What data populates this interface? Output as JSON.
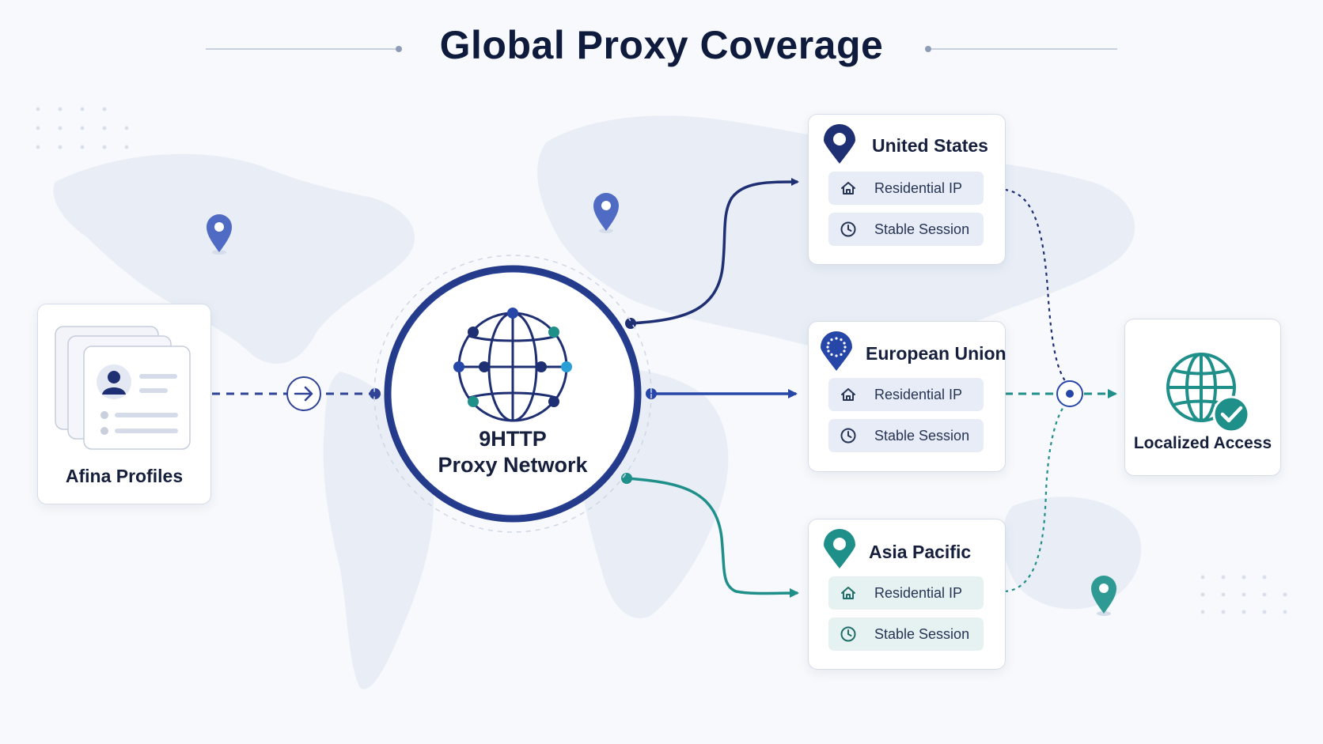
{
  "title": "Global Proxy Coverage",
  "source": {
    "label": "Afina Profiles"
  },
  "hub": {
    "line1": "9HTTP",
    "line2": "Proxy Network"
  },
  "regions": [
    {
      "name": "United States",
      "features": [
        "Residential IP",
        "Stable Session"
      ],
      "accent": "#1f2f73",
      "pin": "map-pin-icon"
    },
    {
      "name": "European Union",
      "features": [
        "Residential IP",
        "Stable Session"
      ],
      "accent": "#2747a8",
      "pin": "eu-pin-icon"
    },
    {
      "name": "Asia Pacific",
      "features": [
        "Residential IP",
        "Stable Session"
      ],
      "accent": "#1f8f8a",
      "pin": "map-pin-icon"
    }
  ],
  "feature_icons": [
    "home-icon",
    "clock-icon"
  ],
  "destination": {
    "label": "Localized Access",
    "icon": "globe-check-icon"
  },
  "colors": {
    "navy": "#1f2f73",
    "blue": "#2747a8",
    "teal": "#1f8f8a",
    "title": "#0f1b3d"
  }
}
